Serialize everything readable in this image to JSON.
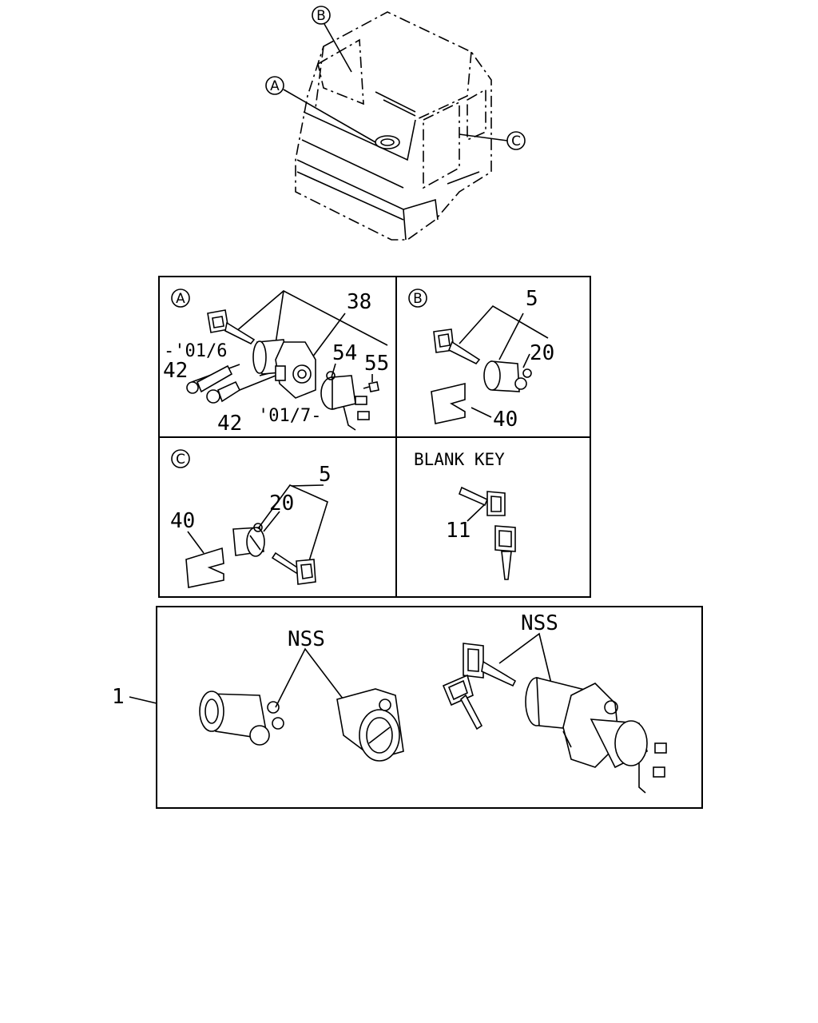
{
  "cab_callouts": {
    "a": "A",
    "b": "B",
    "c": "C"
  },
  "panels": {
    "a": {
      "letter": "A",
      "ref_38": "38",
      "ref_54": "54",
      "ref_55": "55",
      "ref_42_top": "42",
      "ref_42_bottom": "42",
      "date_until": "-'01/6",
      "date_from": "'01/7-"
    },
    "b": {
      "letter": "B",
      "ref_5": "5",
      "ref_20": "20",
      "ref_40": "40"
    },
    "c": {
      "letter": "C",
      "ref_5": "5",
      "ref_20": "20",
      "ref_40": "40"
    },
    "blank_key": {
      "title": "BLANK KEY",
      "ref_11": "11"
    }
  },
  "set": {
    "ref_1": "1",
    "nss_left": "NSS",
    "nss_right": "NSS"
  }
}
